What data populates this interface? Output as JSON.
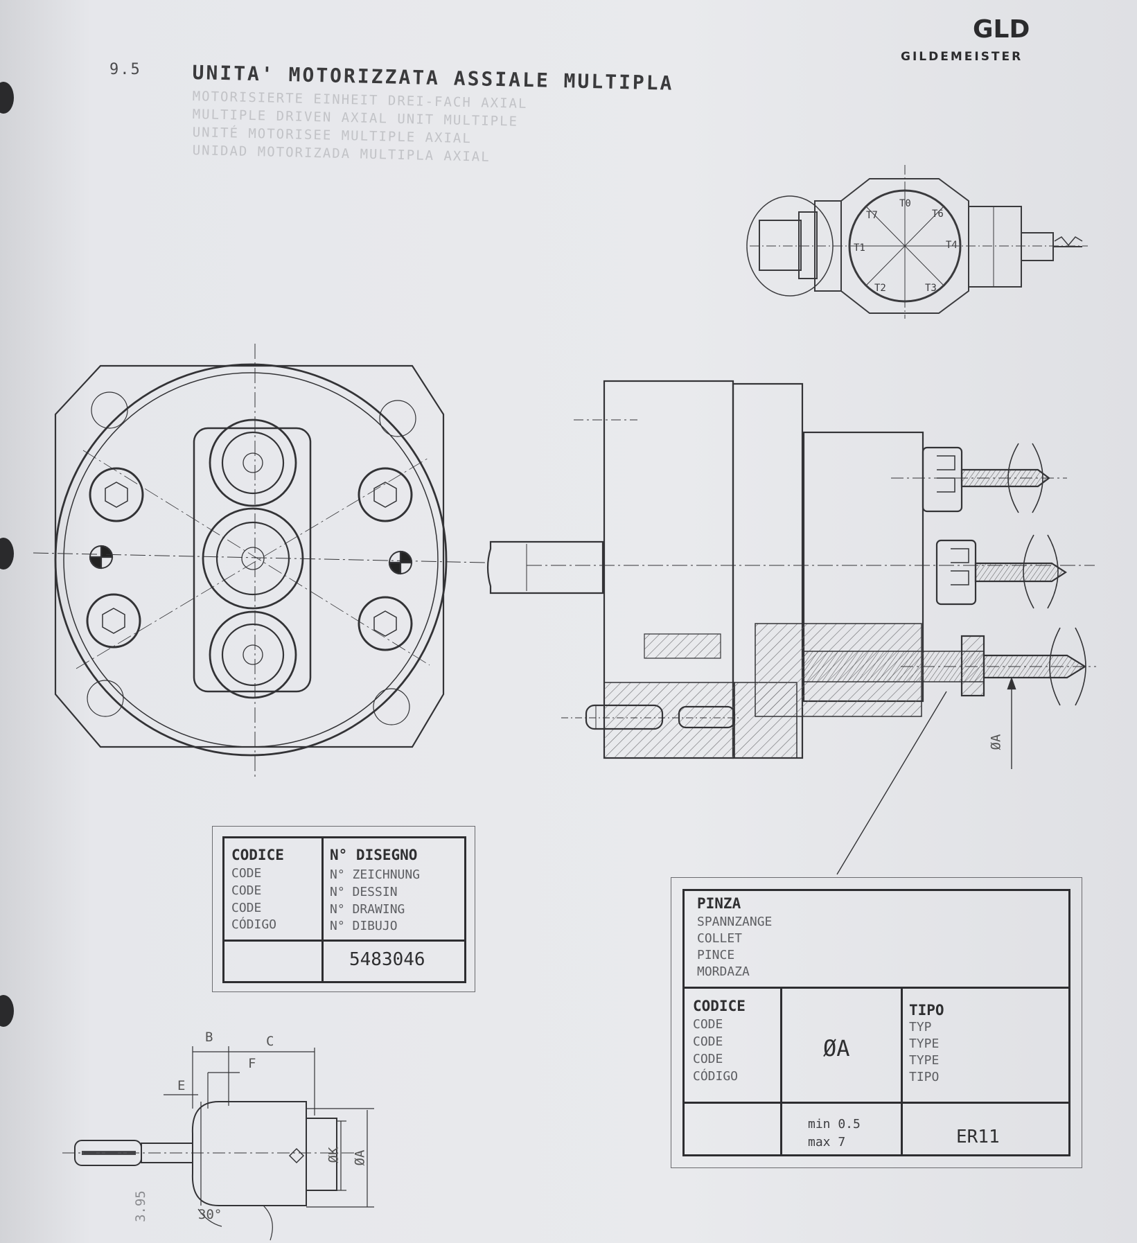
{
  "header": {
    "section_number": "9.5",
    "title_it": "UNITA' MOTORIZZATA ASSIALE MULTIPLA",
    "title_de": "MOTORISIERTE EINHEIT DREI-FACH AXIAL",
    "title_en": "MULTIPLE DRIVEN AXIAL UNIT MULTIPLE",
    "title_fr": "UNITÉ MOTORISEE MULTIPLE AXIAL",
    "title_es": "UNIDAD MOTORIZADA MULTIPLA AXIAL"
  },
  "brand": {
    "logo": "GLD",
    "name": "GILDEMEISTER"
  },
  "turret_labels": [
    "T0",
    "T6",
    "T4",
    "T3",
    "T2",
    "T1",
    "T7"
  ],
  "drawing_table": {
    "code_header": "CODICE",
    "code_langs": [
      "CODE",
      "CODE",
      "CODE",
      "CÓDIGO"
    ],
    "drawing_header": "N° DISEGNO",
    "drawing_langs": [
      "N° ZEICHNUNG",
      "N° DESSIN",
      "N° DRAWING",
      "N° DIBUJO"
    ],
    "code_value": "",
    "drawing_value": "5483046"
  },
  "collet_table": {
    "header": "PINZA",
    "header_langs": [
      "SPANNZANGE",
      "COLLET",
      "PINCE",
      "MORDAZA"
    ],
    "code_header": "CODICE",
    "code_langs": [
      "CODE",
      "CODE",
      "CODE",
      "CÓDIGO"
    ],
    "diameter_header": "ØA",
    "type_header": "TIPO",
    "type_langs": [
      "TYP",
      "TYPE",
      "TYPE",
      "TIPO"
    ],
    "code_value": "",
    "diameter_min": "min 0.5",
    "diameter_max": "max 7",
    "type_value": "ER11"
  },
  "dimension_labels": {
    "b": "B",
    "c": "C",
    "f": "F",
    "e": "E",
    "k": "ØK",
    "a": "ØA",
    "angle": "30°",
    "detail_a": "ØA",
    "side_value": "3.95"
  }
}
